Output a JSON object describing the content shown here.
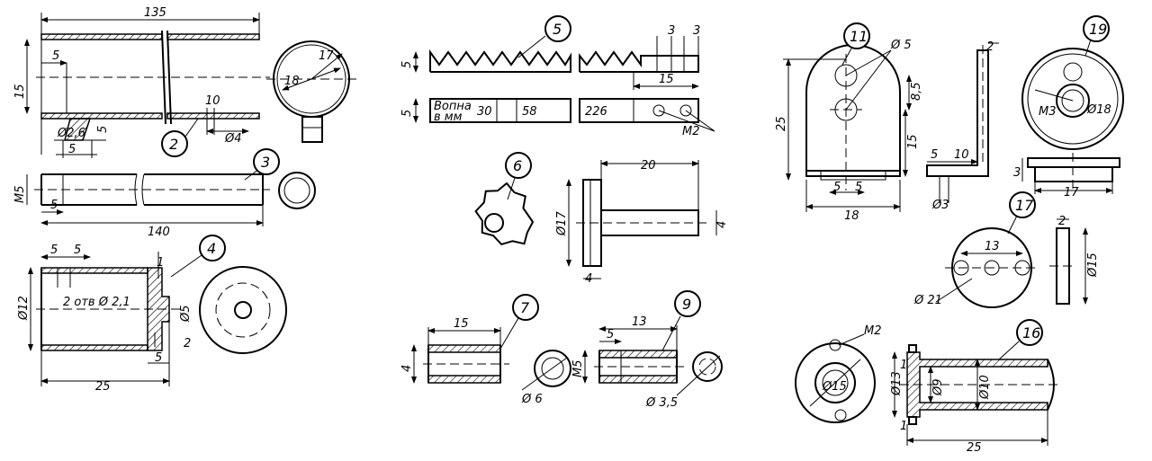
{
  "parts": [
    {
      "number": "2",
      "dims": [
        "135",
        "5",
        "15",
        "18",
        "17",
        "Ø4",
        "10",
        "Ø2,6",
        "5",
        "5"
      ]
    },
    {
      "number": "3",
      "dims": [
        "M5",
        "5",
        "140"
      ]
    },
    {
      "number": "4",
      "dims": [
        "5",
        "5",
        "Ø12",
        "2 отв Ø 2,1",
        "1",
        "Ø5",
        "2",
        "5",
        "25"
      ]
    },
    {
      "number": "5",
      "dims": [
        "5",
        "3",
        "3",
        "15",
        "5",
        "Вопна",
        "в мм",
        "30",
        "58",
        "226",
        "M2"
      ]
    },
    {
      "number": "6",
      "dims": [
        "20",
        "Ø17",
        "4",
        "4"
      ]
    },
    {
      "number": "7",
      "dims": [
        "15",
        "4",
        "Ø 6"
      ]
    },
    {
      "number": "9",
      "dims": [
        "13",
        "5",
        "M5",
        "Ø 3,5"
      ]
    },
    {
      "number": "11",
      "dims": [
        "Ø 5",
        "25",
        "8,5",
        "15",
        "5",
        "5",
        "18"
      ]
    },
    {
      "number": "19",
      "dims": [
        "2",
        "5",
        "10",
        "Ø3",
        "M3",
        "Ø18",
        "3",
        "17"
      ]
    },
    {
      "number": "17",
      "dims": [
        "13",
        "2",
        "Ø 21",
        "Ø15"
      ]
    },
    {
      "number": "16",
      "dims": [
        "M2",
        "Ø15",
        "Ø13",
        "Ø9",
        "Ø10",
        "1",
        "1",
        "25"
      ]
    }
  ]
}
